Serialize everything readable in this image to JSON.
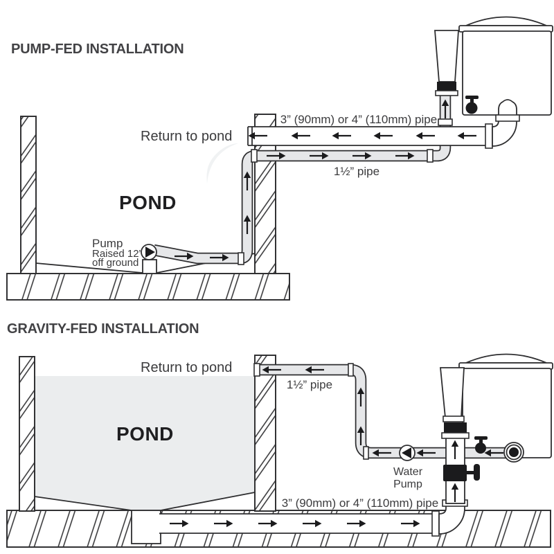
{
  "colors": {
    "line": "#2e2e30",
    "pipe_light": "#e6e7e9",
    "dark_fitting": "#1b1b1d",
    "water": "#ebedee",
    "text": "#3b3b3d",
    "title_text": "#424245"
  },
  "diagrams": [
    {
      "id": "pump-fed",
      "title": "PUMP-FED INSTALLATION",
      "labels": {
        "return": "Return to pond",
        "large_pipe": "3” (90mm) or 4” (110mm) pipe",
        "small_pipe": "1½” pipe",
        "pond": "POND",
        "pump_line1": "Pump",
        "pump_line2": "Raised 12”",
        "pump_line3": "off ground"
      }
    },
    {
      "id": "gravity-fed",
      "title": "GRAVITY-FED INSTALLATION",
      "labels": {
        "return": "Return to pond",
        "small_pipe": "1½” pipe",
        "pond": "POND",
        "pump_line1": "Water",
        "pump_line2": "Pump",
        "large_pipe": "3” (90mm) or 4” (110mm) pipe"
      }
    }
  ]
}
